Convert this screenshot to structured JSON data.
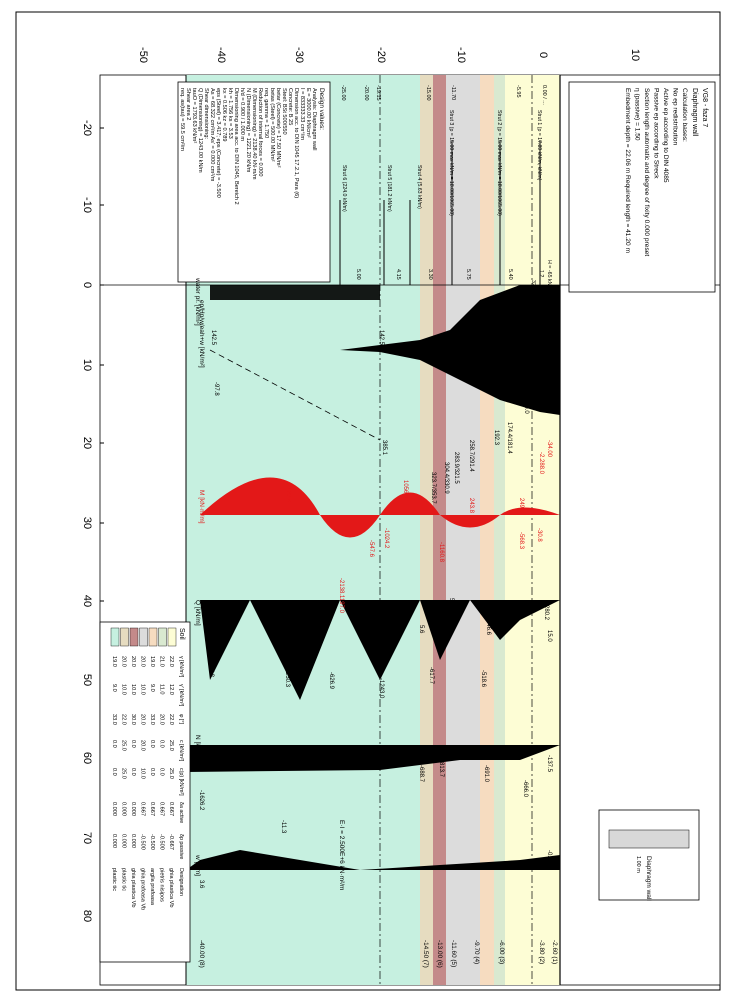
{
  "title": {
    "name": "VG8 - faza 7",
    "type": "Diaphragm wall",
    "lines": [
      "Calculation bases:",
      "No ep redistribution",
      "Active ep according to DIN 4085",
      "Passive ep according to Streck",
      "Section length automatic and degree of fixity 0.000 preset",
      "η (passive) = 1.50",
      "Embedment depth = 22.06 m  Required length = 41.20 m"
    ]
  },
  "design": {
    "heading": "Design values:",
    "lines": [
      "Analysis: Diaphragm wall",
      "E = 3000.00 kN/cm²",
      "I = 833333.33 cm⁴/m",
      "Dimension acc. to DIN 1045 17.2.1, Para (6)",
      "Concrete: B 25",
      "Steel: BSt 500/550",
      "betar (Concrete) = 17.50 MN/m²",
      "betas (Steel) = 500.00 MN/m²",
      "req. gamma = 1.750",
      "Reduction of internal forces = 0.000",
      "M (Dimensioning) = 2138.40 kN·m/m",
      "N (Dimensioning) = 1221.20 kN/m",
      "h/d = 0.900 / 1.000 m",
      "Dimensioning area acc. to DIN 1045, Bereich 2",
      "kh = 1.756   ks = 3.53",
      "kx = 0.506   kz = 0.789",
      "eps (Steel) = 3.417; eps (Concrete) = -3.500",
      "As = 68.322 cm²/m   As' = 0.000 cm²/m",
      "Shear dimensioning:",
      "Q (Dimensioning) = 1243.00 kN/m",
      "tauO = 1793.63 kN/m²",
      "Shear area 2",
      "req. as(tau) = 59.5 cm²/m"
    ]
  },
  "legend_box": {
    "title": "Diaphragm wall",
    "sub": "1.00 m"
  },
  "soil": {
    "title": "Soil",
    "headers": [
      "γ [kN/m³]",
      "γ' [kN/m³]",
      "φ [°]",
      "c [kN/m²]",
      "c(p) [kN/m²]",
      "δa active",
      "δp passive",
      "Designation"
    ],
    "rows": [
      {
        "color": "#fdfdd5",
        "cells": [
          "22.0",
          "12.0",
          "22.0",
          "25.0",
          "25.0",
          "0.667",
          "-0.667",
          "ghia plastica Vb"
        ]
      },
      {
        "color": "#d9e9d0",
        "cells": [
          "21.0",
          "11.0",
          "20.0",
          "0.0",
          "0.0",
          "0.667",
          "-0.500",
          "pietris nisipos"
        ]
      },
      {
        "color": "#f6dcc0",
        "cells": [
          "19.0",
          "9.0",
          "33.0",
          "0.0",
          "0.0",
          "0.667",
          "-0.500",
          "argila prafoasa"
        ]
      },
      {
        "color": "#dcdcdc",
        "cells": [
          "20.0",
          "10.0",
          "20.0",
          "20.0",
          "10.0",
          "0.667",
          "-0.500",
          "ghia prafoasa Vb"
        ]
      },
      {
        "color": "#c48a8a",
        "cells": [
          "20.0",
          "10.0",
          "30.0",
          "0.0",
          "0.0",
          "0.000",
          "0.000",
          "ghia plastica Vb"
        ]
      },
      {
        "color": "#e6dcc0",
        "cells": [
          "20.0",
          "10.0",
          "22.0",
          "25.0",
          "25.0",
          "0.000",
          "0.000",
          "plastic tic"
        ]
      },
      {
        "color": "#c6f0e0",
        "cells": [
          "19.0",
          "9.0",
          "33.0",
          "0.0",
          "0.0",
          "0.000",
          "0.000",
          "plastic tic"
        ]
      }
    ]
  },
  "axes": {
    "depth_ticks": [
      "10",
      "0",
      "-10",
      "-20",
      "-30",
      "-40",
      "-50"
    ],
    "horizontal_ticks": [
      "-20",
      "-10",
      "0",
      "10",
      "20",
      "30",
      "40",
      "50",
      "60",
      "70",
      "80"
    ]
  },
  "levels": [
    {
      "label": "-2.60 (1)"
    },
    {
      "label": "-3.80 (2)"
    },
    {
      "label": "-6.00 (3)"
    },
    {
      "label": "-9.70 (4)"
    },
    {
      "label": "-11.60 (5)"
    },
    {
      "label": "-13.00 (6)"
    },
    {
      "label": "-14.50 (7)"
    },
    {
      "label": "-40.00 (8)"
    }
  ],
  "struts": [
    "Strut 1 (p = 17.89 kN/m, kN/m)",
    "Strut 2 (p = 15.00 max kN/m = 18.00/1065.00)",
    "Strut 3 (p = 15.00 max kN/m = 18.00/1065.00)",
    "Strut 4 (5.63 kN/m)",
    "Strut 5 (181.2 kN/m)",
    "Strut 6 (224.0 kN/m)"
  ],
  "strut_depths": [
    "0.00 / ...",
    "-5.95",
    "-11.70",
    "-15.00",
    "-19.15",
    "-20.00",
    "-25.00"
  ],
  "left_values": [
    "H = -65 kN",
    "1.2",
    "32.40",
    "(0.0)",
    "2.40"
  ],
  "spans": [
    "5.00",
    "4.15",
    "3.30",
    "5.75",
    "5.40"
  ],
  "earth_pressure": {
    "title": "ep/Hp/w/eah+w [kN/m²]",
    "values": [
      "0.0",
      "(-6.75)",
      "3.0",
      "-97.8",
      "142.5",
      "142.5",
      "20.0",
      "174.4/181.4",
      "192.3",
      "258.7/291.4",
      "283.9/321.5",
      "304.4/330.9",
      "323.7/353.7",
      "385.1"
    ],
    "water": "water pr. [kN/m²]"
  },
  "moment": {
    "title": "M [kN·m/m]",
    "values": [
      "-34.00",
      "-2.288.0",
      "1422.4",
      "1056.9",
      "243.8",
      "249.8",
      "-568.3",
      "-1024.2",
      "-547.6",
      "-1160.8",
      "-2138.1",
      "1197.0",
      "-30.8"
    ]
  },
  "shear": {
    "title": "Q [kN/m]",
    "values": [
      "280.2",
      "15.0",
      "546.6",
      "564.9",
      "1033.1",
      "569.7",
      "-122.9",
      "-127.8",
      "5.6",
      "-518.6",
      "-617.7",
      "-626.9",
      "-1243.0",
      "-230.3"
    ]
  },
  "normal": {
    "title": "N [kN/m]",
    "values": [
      "-137.5",
      "-666.0",
      "-691.0",
      "-813.7",
      "-688.7",
      "-1626.2"
    ]
  },
  "deflection": {
    "title": "w [mm]",
    "values": [
      "-0.1",
      "-11.3",
      "3.6"
    ],
    "stiffness": "E·I = 2.500E+6 kN·m²/m"
  },
  "colors": {
    "line": "#000000",
    "moment": "#e31818",
    "blue_label": "#1f3fd0"
  }
}
